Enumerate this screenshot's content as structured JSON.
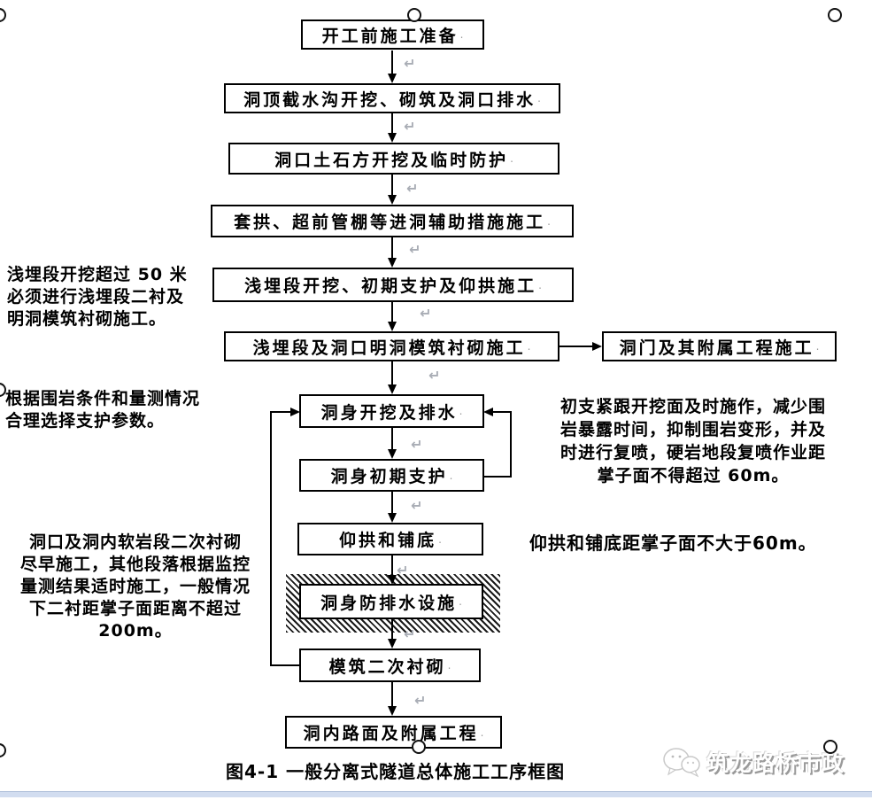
{
  "figure": {
    "caption": "图4-1  一般分离式隧道总体施工工序框图",
    "watermark_text": "筑龙路桥市政"
  },
  "boxes": [
    {
      "label": "开工前施工准备"
    },
    {
      "label": "洞顶截水沟开挖、砌筑及洞口排水"
    },
    {
      "label": "洞口土石方开挖及临时防护"
    },
    {
      "label": "套拱、超前管棚等进洞辅助措施施工"
    },
    {
      "label": "浅埋段开挖、初期支护及仰拱施工"
    },
    {
      "label": "浅埋段及洞口明洞模筑衬砌施工"
    },
    {
      "label": "洞门及其附属工程施工"
    },
    {
      "label": "洞身开挖及排水"
    },
    {
      "label": "洞身初期支护"
    },
    {
      "label": "仰拱和铺底"
    },
    {
      "label": "洞身防排水设施"
    },
    {
      "label": "模筑二次衬砌"
    },
    {
      "label": "洞内路面及附属工程"
    }
  ],
  "annotations": {
    "shallow_section_note": {
      "lines": [
        "浅埋段开挖超过 50 米",
        "必须进行浅埋段二衬及",
        "明洞模筑衬砌施工。"
      ]
    },
    "support_params_note": {
      "lines": [
        "根据围岩条件和量测情况",
        "合理选择支护参数。"
      ]
    },
    "secondary_lining_note": {
      "lines": [
        "洞口及洞内软岩段二次衬砌",
        "尽早施工，其他段落根据监控",
        "量测结果适时施工，一般情况",
        "下二衬距掌子面距离不超过",
        "200m。"
      ]
    },
    "initial_support_note": {
      "lines": [
        "初支紧跟开挖面及时施作，减少围",
        "岩暴露时间，抑制围岩变形，并及",
        "时进行复喷，硬岩地段复喷作业距",
        "掌子面不得超过 60m。"
      ]
    },
    "invert_note": {
      "lines": [
        "仰拱和铺底距掌子面不大于60m。"
      ]
    }
  },
  "marks": {
    "box_mark": ".",
    "paragraph_mark": "↵"
  },
  "colors": {
    "line": "#000000",
    "mark_grey": "#a9adb5",
    "bottom_strip": "#d2ddf0"
  }
}
